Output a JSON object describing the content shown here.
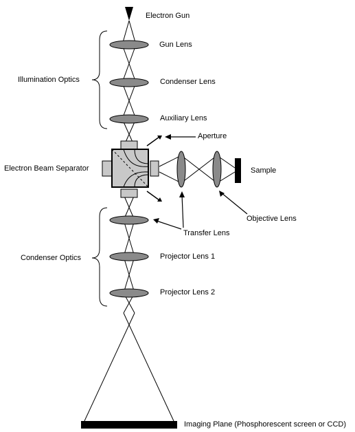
{
  "labels": {
    "electron_gun": "Electron Gun",
    "gun_lens": "Gun Lens",
    "illumination_optics": "Illumination Optics",
    "condenser_lens": "Condenser Lens",
    "auxiliary_lens": "Auxiliary Lens",
    "aperture": "Aperture",
    "electron_beam_separator": "Electron Beam Separator",
    "sample": "Sample",
    "objective_lens": "Objective Lens",
    "transfer_lens": "Transfer Lens",
    "condenser_optics": "Condenser Optics",
    "projector_lens_1": "Projector Lens 1",
    "projector_lens_2": "Projector Lens 2",
    "imaging_plane": "Imaging Plane (Phosphorescent screen or CCD)"
  },
  "colors": {
    "lens_fill": "#8a8a8a",
    "separator_fill": "#c8c8c8",
    "stroke": "#000000"
  }
}
